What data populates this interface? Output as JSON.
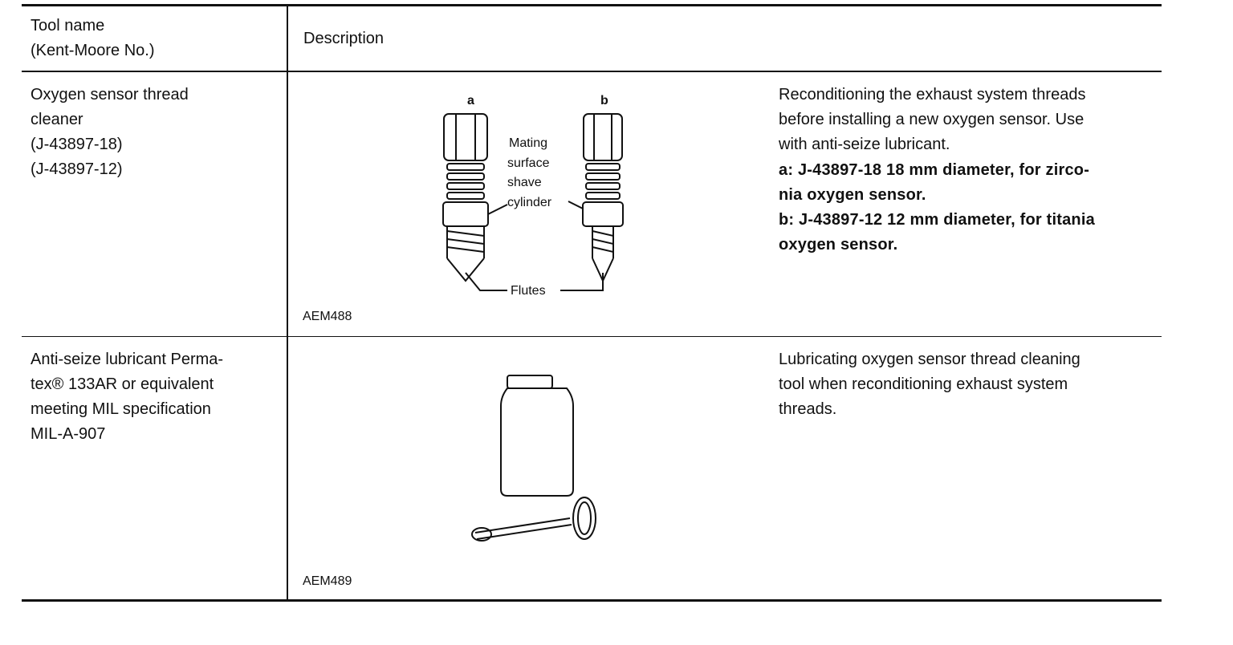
{
  "header": {
    "col1": "Tool name\n(Kent-Moore No.)",
    "col2": "Description"
  },
  "rows": [
    {
      "tool": "Oxygen sensor thread\ncleaner\n(J-43897-18)\n(J-43897-12)",
      "figure": {
        "code": "AEM488",
        "label_a": "a",
        "label_b": "b",
        "label_mating": [
          "Mating",
          "surface",
          "shave",
          "cylinder"
        ],
        "label_flutes": "Flutes",
        "icon": "thread-cleaner-icon"
      },
      "desc": "Reconditioning the exhaust system threads\nbefore installing a new oxygen sensor. Use\nwith anti-seize lubricant.",
      "desc_bold": [
        "a: J-43897-18 18 mm diameter, for zirco-",
        "nia oxygen sensor.",
        "b: J-43897-12 12 mm diameter, for titania",
        "oxygen sensor."
      ]
    },
    {
      "tool": "Anti-seize lubricant Perma-\ntex® 133AR or equivalent\nmeeting MIL specification\nMIL-A-907",
      "figure": {
        "code": "AEM489",
        "icon": "lubricant-bottle-icon"
      },
      "desc": "Lubricating oxygen sensor thread cleaning\ntool when reconditioning exhaust system\nthreads."
    }
  ]
}
